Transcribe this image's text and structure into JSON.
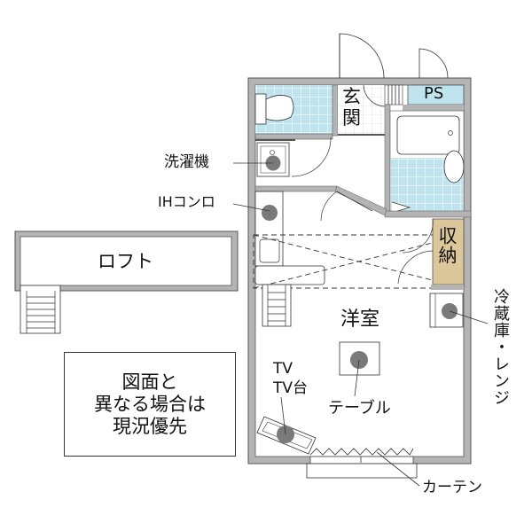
{
  "floorplan": {
    "rooms": {
      "entrance": "玄関",
      "pipe_space": "PS",
      "storage": "収納",
      "western_room": "洋室",
      "loft": "ロフト"
    },
    "callouts": {
      "washing_machine": "洗濯機",
      "ih_stove": "IHコンロ",
      "fridge_range": "冷蔵庫・レンジ",
      "tv": "TV",
      "tv_stand": "TV台",
      "table": "テーブル",
      "curtain": "カーテン"
    },
    "notice": {
      "line1": "図面と",
      "line2": "異なる場合は",
      "line3": "現況優先"
    },
    "colors": {
      "wall": "#b4b4b4",
      "wall_outline": "#555555",
      "tile_blue": "#bfe4ee",
      "storage_tan": "#dcc79a",
      "fixture_dot": "#7a7a7a"
    }
  }
}
